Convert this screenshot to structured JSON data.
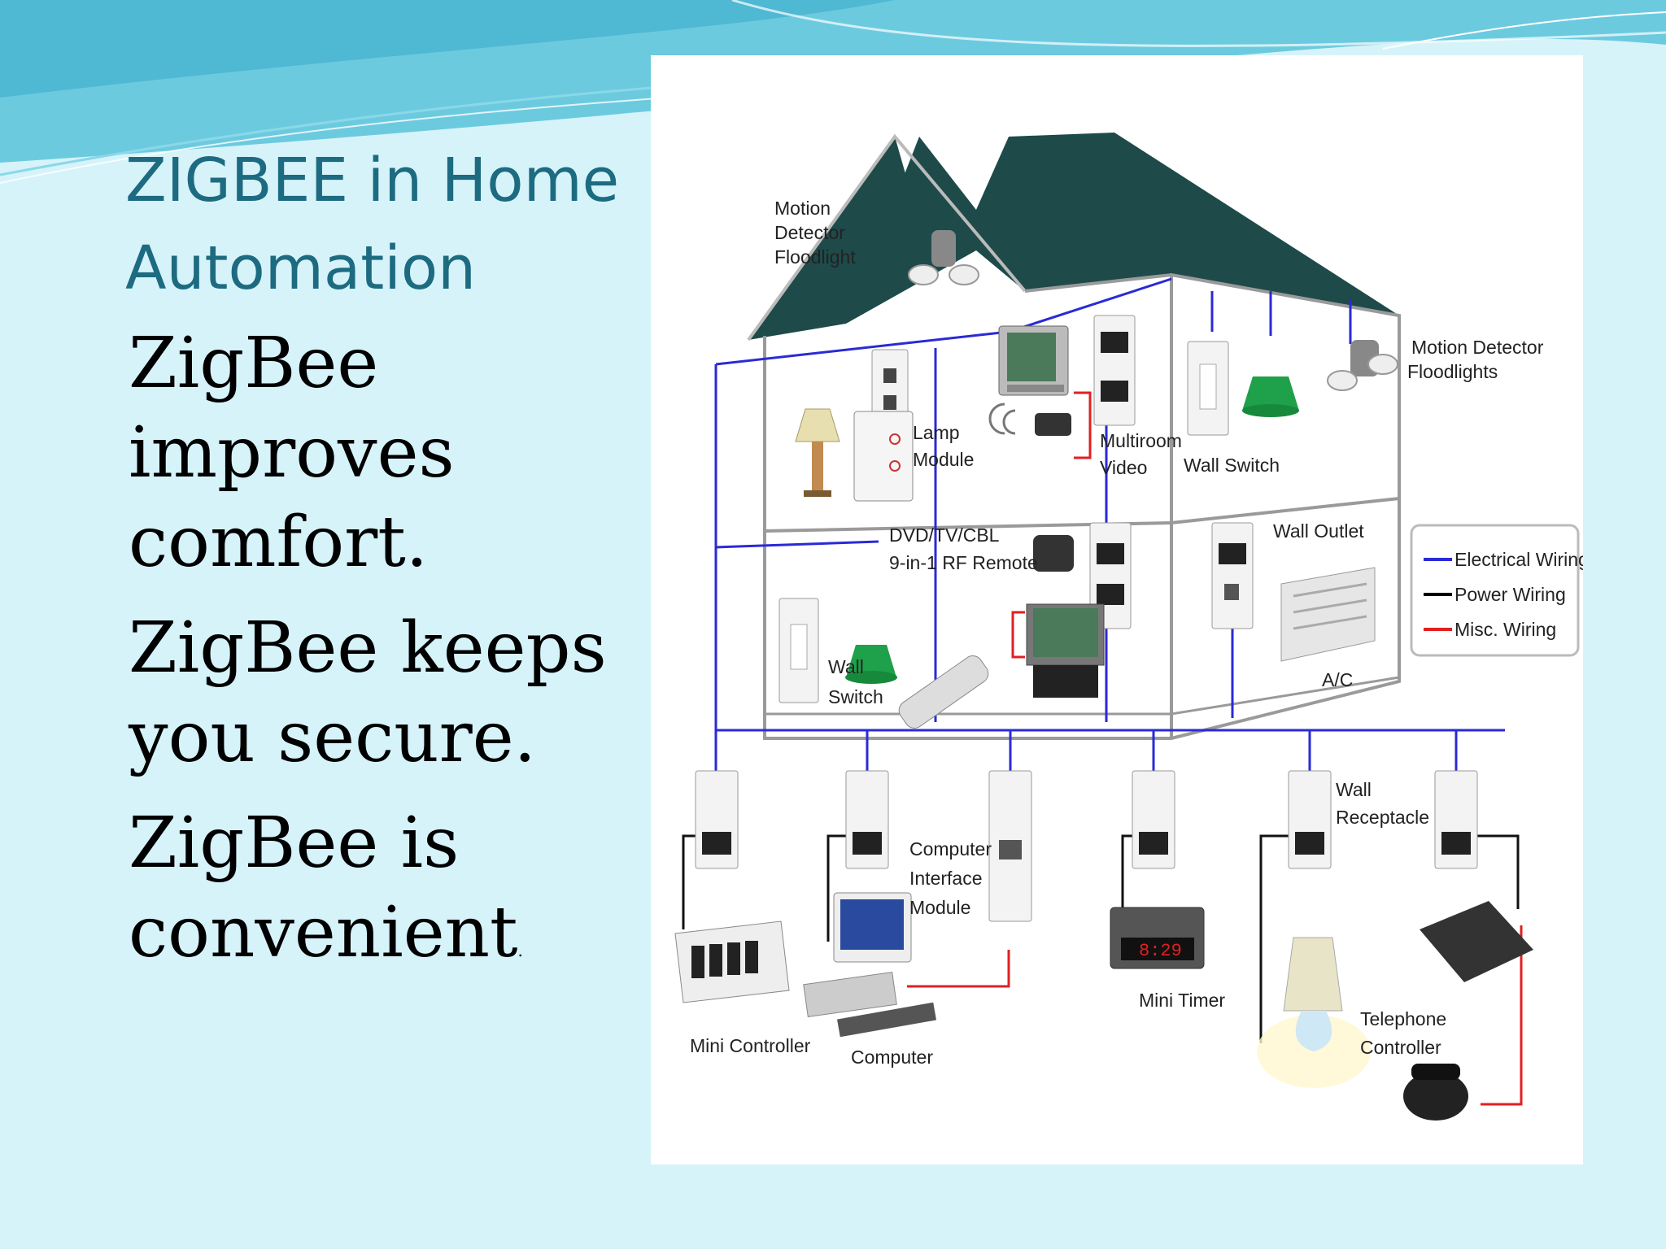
{
  "slide": {
    "title": "ZIGBEE in Home Automation",
    "bullets": [
      "ZigBee improves comfort.",
      "ZigBee keeps you secure.",
      "ZigBee is convenient"
    ],
    "bullet_last_suffix": "."
  },
  "diagram": {
    "labels": {
      "motion_detector_1": [
        "Motion",
        "Detector",
        "Floodlight"
      ],
      "motion_detector_2": [
        "Motion Detector",
        "Floodlights"
      ],
      "lamp_module": [
        "Lamp",
        "Module"
      ],
      "multiroom_video": [
        "Multiroom",
        "Video"
      ],
      "wall_switch_up": "Wall Switch",
      "dvd_remote": [
        "DVD/TV/CBL",
        "9-in-1 RF Remote"
      ],
      "wall_outlet": "Wall Outlet",
      "wall_switch_down": [
        "Wall",
        "Switch"
      ],
      "ac": "A/C",
      "computer_interface": [
        "Computer",
        "Interface",
        "Module"
      ],
      "wall_receptacle": [
        "Wall",
        "Receptacle"
      ],
      "mini_controller": "Mini Controller",
      "computer": "Computer",
      "mini_timer": "Mini Timer",
      "telephone_controller": [
        "Telephone",
        "Controller"
      ],
      "timer_display": "8:29"
    },
    "legend": {
      "items": [
        {
          "label": "Electrical Wiring",
          "color": "#2a2ad6"
        },
        {
          "label": "Power Wiring",
          "color": "#000000"
        },
        {
          "label": "Misc. Wiring",
          "color": "#e02020"
        }
      ]
    },
    "colors": {
      "roof": "#1e4a4a",
      "wire_blue": "#2a2ad6",
      "wire_red": "#e02020",
      "house_line": "#9a9a9a"
    }
  }
}
